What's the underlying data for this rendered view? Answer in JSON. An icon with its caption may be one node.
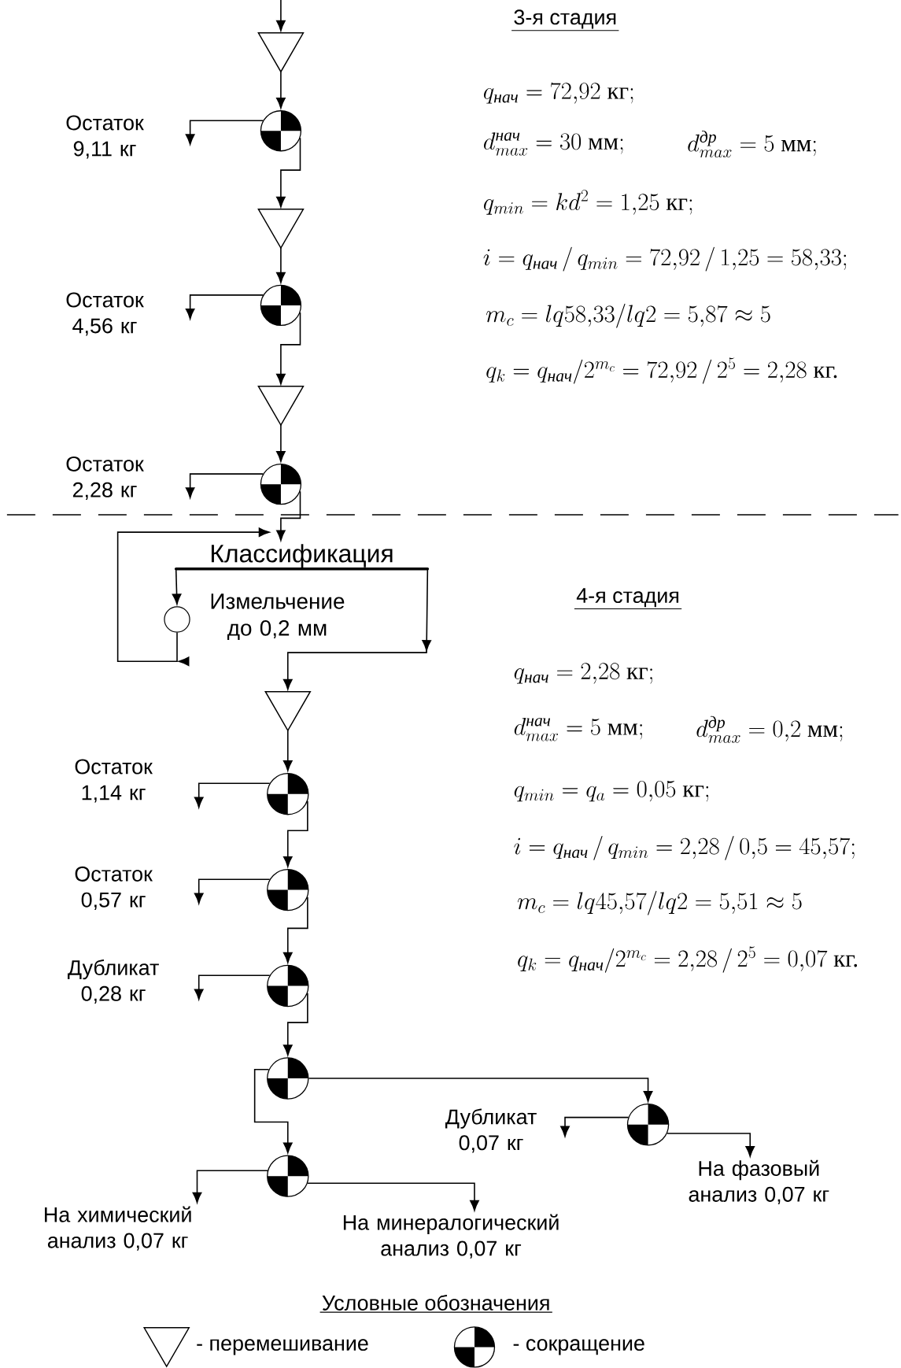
{
  "diagram": {
    "nodes": [
      {
        "text": [],
        "shape": "triangle"
      },
      {
        "text": [
          "Остаток 9,11 кг"
        ]
      },
      {
        "text": [],
        "shape": "divider"
      },
      {
        "text": [],
        "shape": "triangle"
      },
      {
        "text": [
          "Остаток 4,56 кг"
        ]
      },
      {
        "text": [],
        "shape": "divider"
      },
      {
        "text": [],
        "shape": "triangle"
      },
      {
        "text": [
          "Остаток 2,28 кг"
        ]
      },
      {
        "text": [],
        "shape": "divider"
      },
      {
        "text": [
          "Классификация"
        ]
      },
      {
        "text": [],
        "shape": "circle",
        "beside": [
          "Измельчение до 0,2 мм"
        ]
      },
      {
        "text": [],
        "shape": "triangle"
      },
      {
        "text": [
          "Остаток 1,14 кг"
        ]
      },
      {
        "text": [],
        "shape": "divider"
      },
      {
        "text": [
          "Остаток 0,57 кг"
        ]
      },
      {
        "text": [],
        "shape": "divider"
      },
      {
        "text": [
          "Дубликат 0,28 кг"
        ]
      },
      {
        "text": [],
        "shape": "divider"
      },
      {
        "text": [],
        "shape": "divider"
      },
      {
        "text": [
          "Дубликат 0,07 кг"
        ]
      },
      {
        "text": [],
        "shape": "divider"
      },
      {
        "text": [],
        "shape": "divider"
      },
      {
        "text": [
          "На фазовый анализ 0,07 кг"
        ]
      },
      {
        "text": [
          "На химический анализ 0,07 кг"
        ]
      },
      {
        "text": [
          "На минералогический анализ 0,07 кг"
        ]
      }
    ],
    "edges": [
      {
        "from": null,
        "to": 0,
        "arrow": "to"
      },
      {
        "from": 0,
        "to": 2,
        "arrow": "to"
      },
      {
        "from": 2,
        "to": 1,
        "arrow": "to"
      },
      {
        "from": 2,
        "to": 3,
        "arrow": "to"
      },
      {
        "from": 3,
        "to": 5,
        "arrow": "to"
      },
      {
        "from": 5,
        "to": 4,
        "arrow": "to"
      },
      {
        "from": 5,
        "to": 6,
        "arrow": "to"
      },
      {
        "from": 6,
        "to": 8,
        "arrow": "to"
      },
      {
        "from": 8,
        "to": 7,
        "arrow": "to"
      },
      {
        "from": 8,
        "to": 9,
        "arrow": "to"
      },
      {
        "from": 9,
        "to": 10,
        "arrow": "to"
      },
      {
        "from": 10,
        "to": 9,
        "arrow": "to"
      },
      {
        "from": 9,
        "to": 11,
        "arrow": "to"
      },
      {
        "from": 11,
        "to": 13,
        "arrow": "to"
      },
      {
        "from": 13,
        "to": 12,
        "arrow": "to"
      },
      {
        "from": 13,
        "to": 15,
        "arrow": "to"
      },
      {
        "from": 15,
        "to": 14,
        "arrow": "to"
      },
      {
        "from": 15,
        "to": 17,
        "arrow": "to"
      },
      {
        "from": 17,
        "to": 16,
        "arrow": "to"
      },
      {
        "from": 17,
        "to": 18,
        "arrow": "to"
      },
      {
        "from": 18,
        "to": 20,
        "arrow": "to"
      },
      {
        "from": 18,
        "to": 21,
        "arrow": "to"
      },
      {
        "from": 20,
        "to": 19,
        "arrow": "to"
      },
      {
        "from": 20,
        "to": 22,
        "arrow": "to"
      },
      {
        "from": 21,
        "to": 23,
        "arrow": "to"
      },
      {
        "from": 21,
        "to": 24,
        "arrow": "to"
      }
    ],
    "labels": [
      "3-я стадия",
      "q_{\\textit{нач}} = 72{,}92\\ \\text{кг};",
      "d^{\\textit{нач}}_{max} = 30\\ \\text{мм};",
      "d^{\\textit{др}}_{max} = 5\\ \\text{мм};",
      "q_{min} = kd^{2} = 1{,}25\\ \\text{кг};",
      "i = q_{\\textit{нач}}\\,/\\,q_{min} = 72{,}92\\,/\\,1{,}25 = 58{,}33;",
      "m_{c} = lq58{,}33/lq2 = 5{,}87 \\approx 5",
      "q_{k} = q_{\\textit{нач}}/2^{m_{c}} = 72{,}92\\,/\\,2^{5} = 2{,}28\\ \\text{кг.}",
      "4-я стадия",
      "q_{\\textit{нач}} = 2{,}28\\ \\text{кг};",
      "d^{\\textit{нач}}_{max} = 5\\ \\text{мм};",
      "d^{\\textit{др}}_{max} = 0{,}2\\ \\text{мм};",
      "q_{min} = q_{a} = 0{,}05\\ \\text{кг};",
      "i = q_{\\textit{нач}}\\,/\\,q_{min} = 2{,}28\\,/\\,0{,}5 = 45{,}57;",
      "m_{c} = lq45{,}57/lq2 = 5{,}51 \\approx 5",
      "q_{k} = q_{\\textit{нач}}/2^{m_{c}} = 2{,}28\\,/\\,2^{5} = 0{,}07\\ \\text{кг.}",
      "Условные обозначения"
    ],
    "legend": [
      {
        "text": "- перемешивание"
      },
      {
        "text": "- сокращение"
      }
    ]
  }
}
